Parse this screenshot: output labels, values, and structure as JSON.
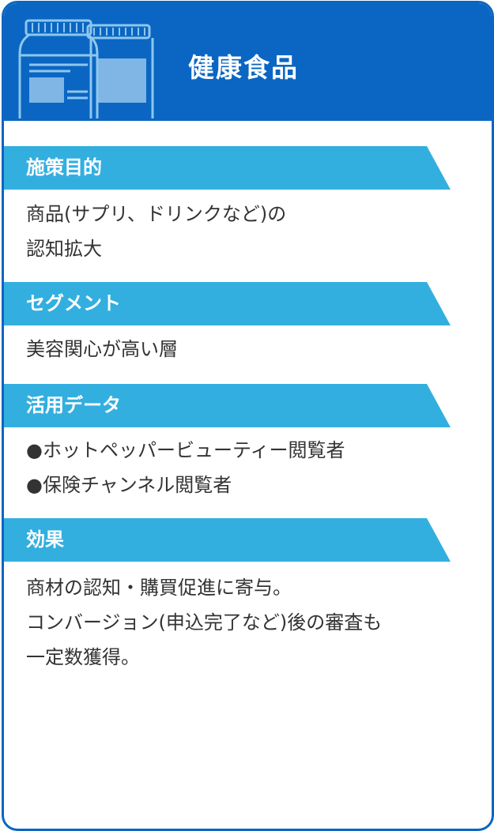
{
  "header": {
    "title": "健康食品",
    "icon": "supplement-jars-icon"
  },
  "colors": {
    "header": "#0a66c2",
    "band": "#33afdf",
    "text": "#333333",
    "border": "#0a66c2"
  },
  "sections": [
    {
      "label": "施策目的",
      "lines": [
        "商品(サプリ、ドリンクなど)の",
        "認知拡大"
      ]
    },
    {
      "label": "セグメント",
      "lines": [
        "美容関心が高い層"
      ]
    },
    {
      "label": "活用データ",
      "lines": [
        "●ホットペッパービューティー閲覧者",
        "●保険チャンネル閲覧者"
      ]
    },
    {
      "label": "効果",
      "lines": [
        "商材の認知・購買促進に寄与。",
        "コンバージョン(申込完了など)後の審査も",
        "一定数獲得。"
      ]
    }
  ]
}
